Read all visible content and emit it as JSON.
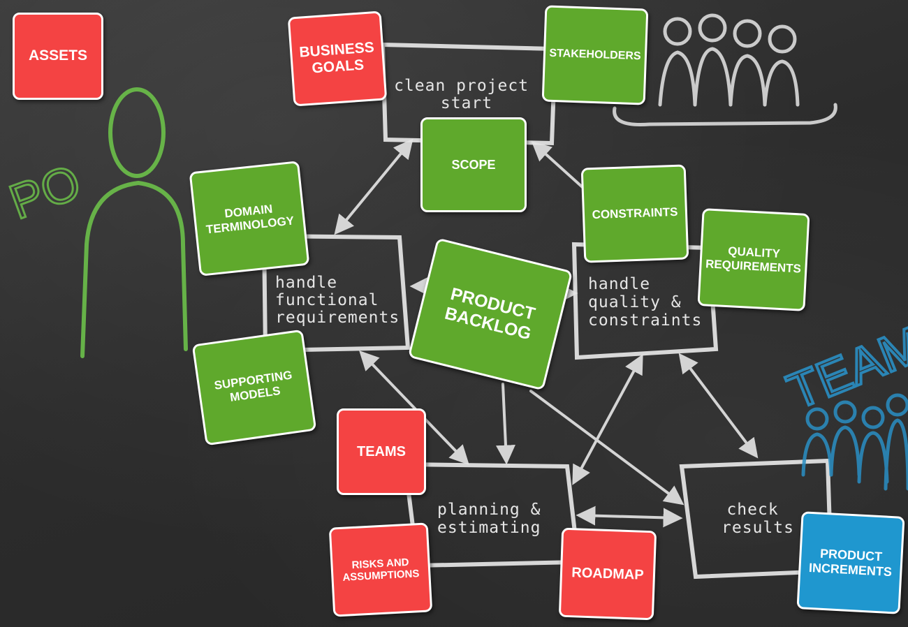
{
  "cards": {
    "assets": "ASSETS",
    "business_goals": "BUSINESS GOALS",
    "stakeholders": "STAKEHOLDERS",
    "scope": "SCOPE",
    "domain_terminology": "DOMAIN TERMINOLOGY",
    "constraints": "CONSTRAINTS",
    "quality_requirements": "QUALITY REQUIREMENTS",
    "product_backlog": "PRODUCT BACKLOG",
    "supporting_models": "SUPPORTING MODELS",
    "teams": "TEAMS",
    "risks_and_assumptions": "RISKS AND ASSUMPTIONS",
    "roadmap": "ROADMAP",
    "product_increments": "PRODUCT INCREMENTS"
  },
  "boxes": {
    "clean_start": [
      "clean project",
      "start"
    ],
    "functional": [
      "handle",
      "functional",
      "requirements"
    ],
    "quality": [
      "handle",
      "quality &",
      "constraints"
    ],
    "planning": [
      "planning &",
      "estimating"
    ],
    "check": [
      "check",
      "results"
    ]
  },
  "chalk_labels": {
    "po": "PO",
    "team": "TEAM"
  },
  "colors": {
    "red_card": "#f44343",
    "green_card": "#5fa92c",
    "blue_card": "#1f97cf",
    "chalk_white": "#e6e6e6",
    "chalk_green": "#6cc04a",
    "chalk_blue": "#2a8fc4"
  }
}
